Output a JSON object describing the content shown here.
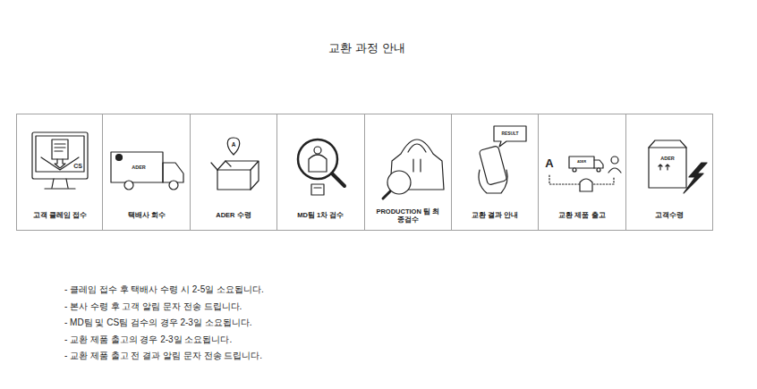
{
  "diagram": {
    "title": "교환 과정 안내",
    "nodes": [
      {
        "text": [
          "고객 클레임 접수"
        ]
      },
      {
        "text": [
          "택배사 회수"
        ]
      },
      {
        "text": [
          "ADER 수령"
        ]
      },
      {
        "text": [
          "MD팀 1차 검수"
        ]
      },
      {
        "text": [
          "PRODUCTION 팀 최종검수"
        ]
      },
      {
        "text": [
          "교환 결과 안내"
        ]
      },
      {
        "text": [
          "교환 제품 출고"
        ]
      },
      {
        "text": [
          "고객수령"
        ]
      }
    ],
    "labels": [
      "CS",
      "ADER",
      "A",
      "RESULT",
      "A",
      "ADER",
      "ADER",
      "- 클레임 접수 후 택배사 수령 시 2-5일 소요됩니다.",
      "- 본사 수령 후 고객 알림 문자 전송 드립니다.",
      "- MD팀 및 CS팀 검수의 경우 2-3일 소요됩니다.",
      "- 교환 제품 출고의 경우 2-3일 소요됩니다.",
      "- 교환 제품 출고 전 결과 알림 문자 전송 드립니다."
    ]
  }
}
